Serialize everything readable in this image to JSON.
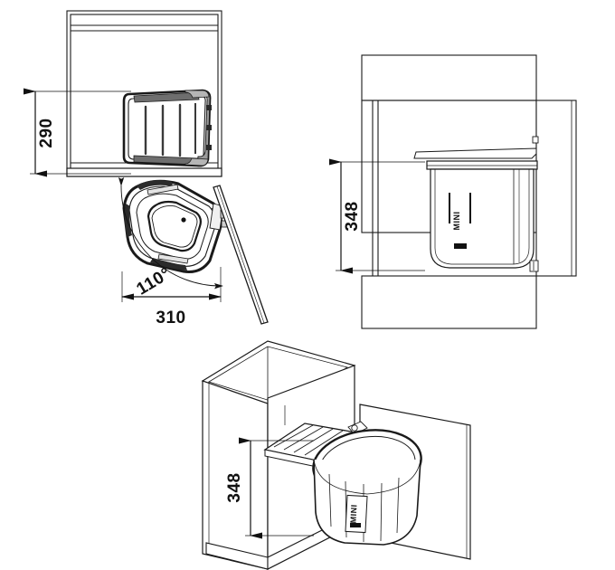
{
  "drawing": {
    "title": "Swing-out waste bin technical drawing",
    "background_color": "#ffffff",
    "line_color": "#1a1a1a",
    "shade_color": "#808080"
  },
  "views": {
    "plan": {
      "name": "plan-view",
      "label": "Top plan view with cabinet, bin and door swing",
      "dimensions": {
        "depth": "290",
        "width": "310",
        "angle": "110°"
      }
    },
    "elevation": {
      "name": "side-elevation-view",
      "label": "Side elevation view of cabinet with bin",
      "dimensions": {
        "height": "348"
      },
      "bin_brand": "MINI"
    },
    "isometric": {
      "name": "isometric-view",
      "label": "Isometric view of cabinet with swing-out bin",
      "dimensions": {
        "height": "348"
      },
      "bin_brand": "MINI"
    }
  },
  "annotations": {
    "depth_290": "290",
    "width_310": "310",
    "angle_110": "110°",
    "height_348_elevation": "348",
    "height_348_isometric": "348",
    "brand_elevation": "MINI",
    "brand_isometric": "MINI"
  }
}
